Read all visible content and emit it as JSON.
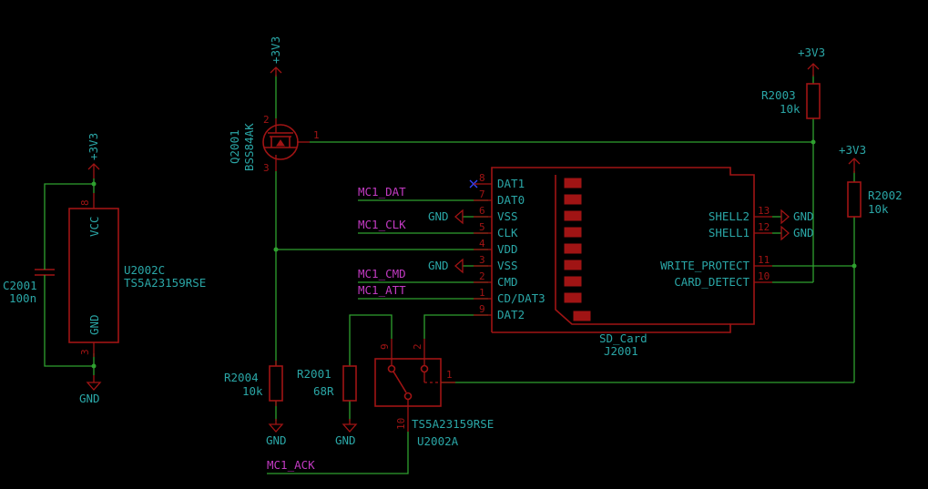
{
  "power": {
    "v3": "+3V3",
    "gnd": "GND"
  },
  "nets": {
    "dat": "MC1_DAT",
    "clk": "MC1_CLK",
    "cmd": "MC1_CMD",
    "att": "MC1_ATT",
    "ack": "MC1_ACK"
  },
  "q2001": {
    "ref": "Q2001",
    "value": "BSS84AK",
    "pins": [
      "1",
      "2",
      "3"
    ]
  },
  "c2001": {
    "ref": "C2001",
    "value": "100n"
  },
  "u2002c": {
    "ref": "U2002C",
    "value": "TS5A23159RSE",
    "pin_vcc": "VCC",
    "pin_gnd": "GND",
    "pin_8": "8",
    "pin_3": "3"
  },
  "u2002a": {
    "ref": "U2002A",
    "value": "TS5A23159RSE",
    "pin_9": "9",
    "pin_2": "2",
    "pin_1": "1",
    "pin_10": "10"
  },
  "r2004": {
    "ref": "R2004",
    "value": "10k"
  },
  "r2001": {
    "ref": "R2001",
    "value": "68R"
  },
  "r2003": {
    "ref": "R2003",
    "value": "10k"
  },
  "r2002": {
    "ref": "R2002",
    "value": "10k"
  },
  "j2001": {
    "ref": "J2001",
    "value": "SD_Card",
    "left_pins": [
      {
        "num": "8",
        "name": "DAT1"
      },
      {
        "num": "7",
        "name": "DAT0"
      },
      {
        "num": "6",
        "name": "VSS"
      },
      {
        "num": "5",
        "name": "CLK"
      },
      {
        "num": "4",
        "name": "VDD"
      },
      {
        "num": "3",
        "name": "VSS"
      },
      {
        "num": "2",
        "name": "CMD"
      },
      {
        "num": "1",
        "name": "CD/DAT3"
      },
      {
        "num": "9",
        "name": "DAT2"
      }
    ],
    "right_pins": [
      {
        "num": "13",
        "name": "SHELL2"
      },
      {
        "num": "12",
        "name": "SHELL1"
      },
      {
        "num": "11",
        "name": "WRITE_PROTECT"
      },
      {
        "num": "10",
        "name": "CARD_DETECT"
      }
    ]
  }
}
